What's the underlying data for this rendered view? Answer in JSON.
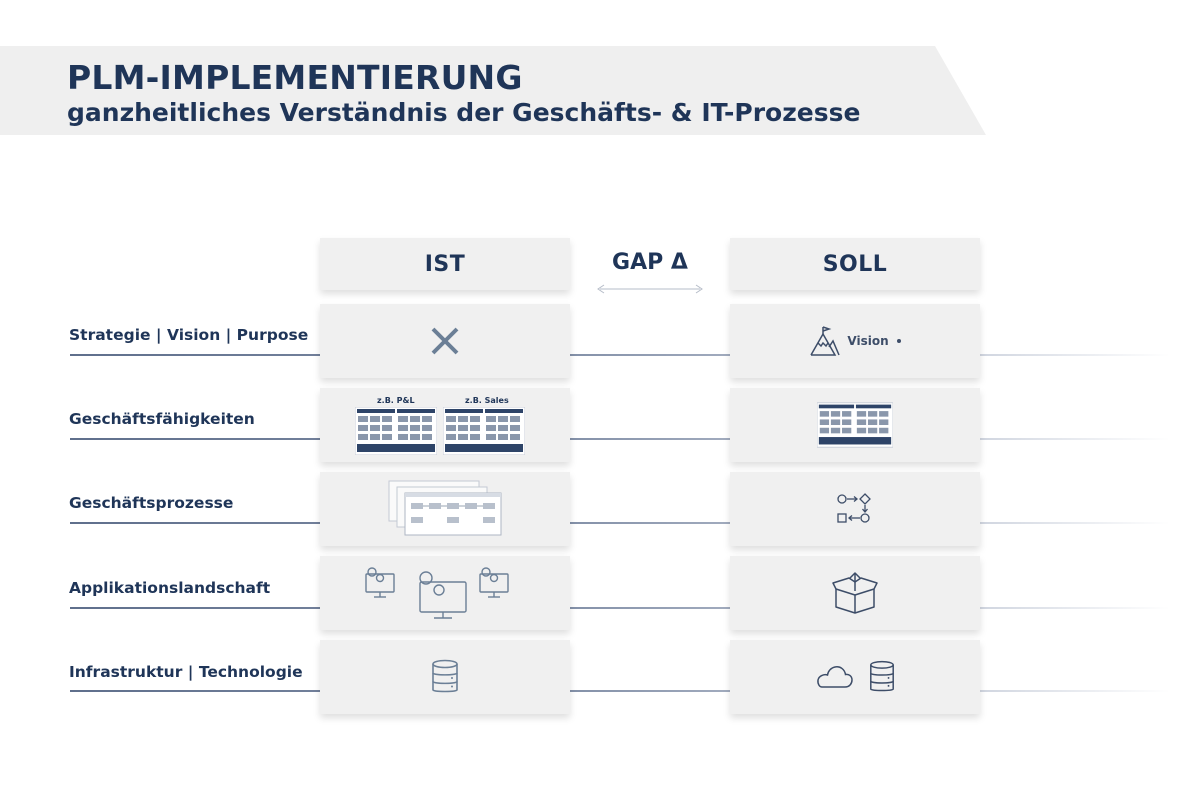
{
  "header": {
    "title": "PLM-IMPLEMENTIERUNG",
    "subtitle": "ganzheitliches Verständnis der Geschäfts- & IT-Prozesse"
  },
  "columns": {
    "ist": "IST",
    "gap": "GAP Δ",
    "soll": "SOLL"
  },
  "rows": [
    {
      "label": "Strategie | Vision | Purpose",
      "ist_icon": "x-icon",
      "soll_icon": "mountain-flag-icon"
    },
    {
      "label": "Geschäftsfähigkeiten",
      "ist_icon": "capability-map-thumbnails",
      "soll_icon": "capability-map-thumbnail"
    },
    {
      "label": "Geschäftsprozesse",
      "ist_icon": "process-screenshot-stack",
      "soll_icon": "process-flow-icon"
    },
    {
      "label": "Applikationslandschaft",
      "ist_icon": "monitor-gears-icons",
      "soll_icon": "box-upload-icon"
    },
    {
      "label": "Infrastruktur | Technologie",
      "ist_icon": "database-icon",
      "soll_icon": "cloud-database-icon"
    }
  ],
  "ist_captions": {
    "capability_pl": "z.B. P&L",
    "capability_sales": "z.B. Sales"
  },
  "soll_captions": {
    "vision": "Vision"
  },
  "colors": {
    "navy": "#1f3558",
    "banner": "#efefef",
    "cell": "#f0f0f0",
    "icon_slate": "#6b7f96"
  }
}
